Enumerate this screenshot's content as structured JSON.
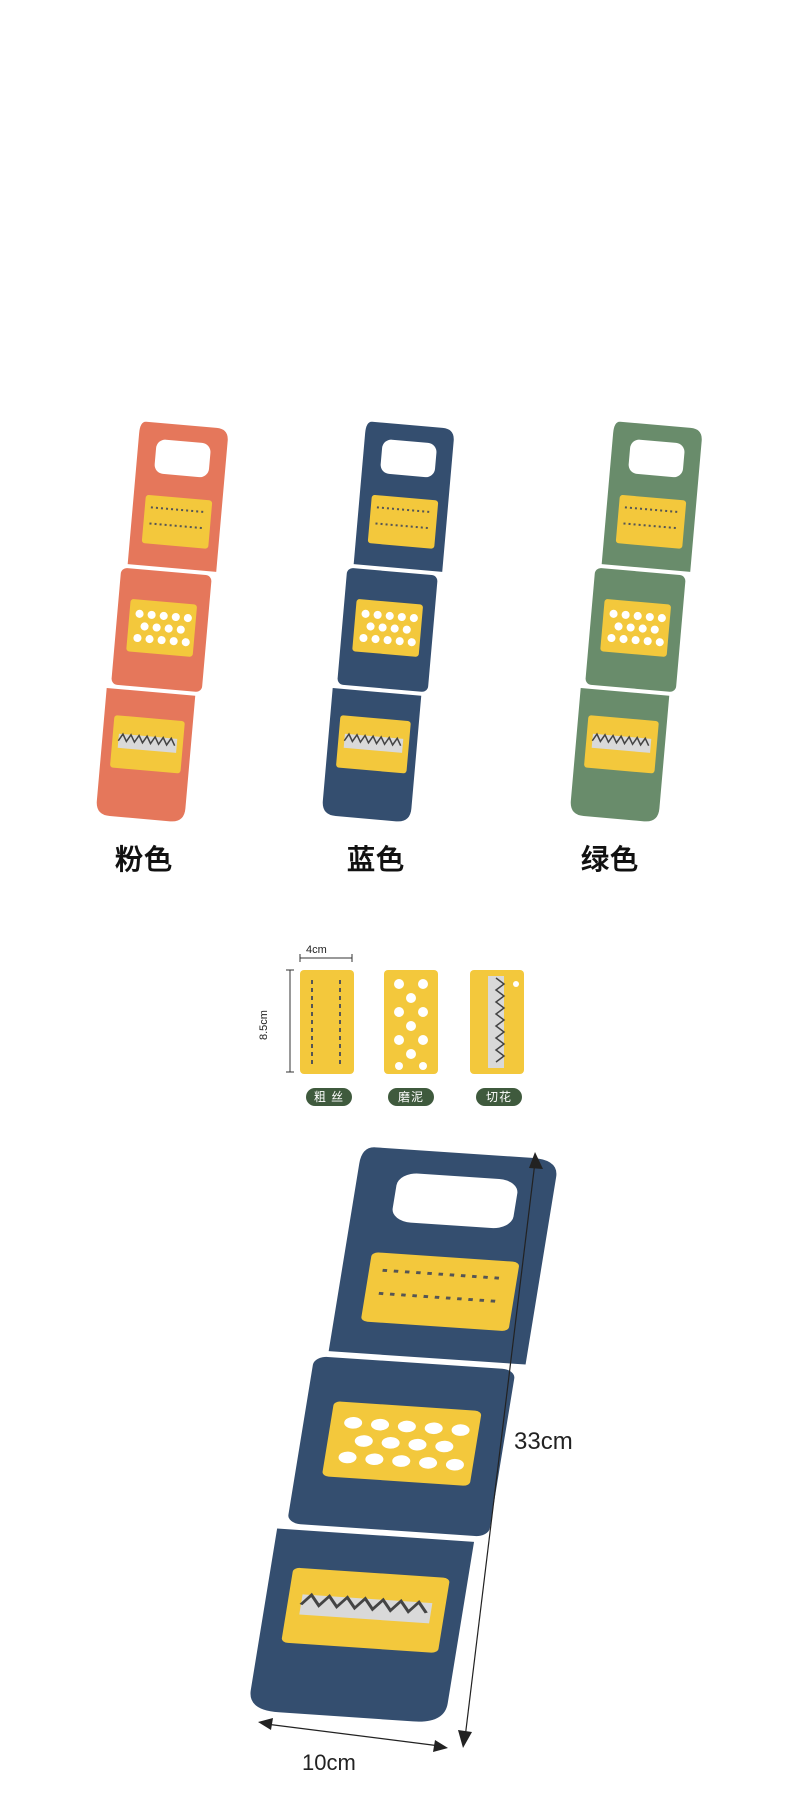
{
  "colors": {
    "pink": "#e5775b",
    "blue": "#344e6f",
    "green": "#698c6b",
    "insert": "#f3c83c",
    "tag": "#3f5a3d"
  },
  "color_variants": [
    {
      "label": "粉色"
    },
    {
      "label": "蓝色"
    },
    {
      "label": "绿色"
    }
  ],
  "blades": [
    {
      "label": "粗 丝",
      "icon": "coarse-shred-icon"
    },
    {
      "label": "磨泥",
      "icon": "grate-paste-icon"
    },
    {
      "label": "切花",
      "icon": "crinkle-cut-icon"
    }
  ],
  "blade_dims": {
    "width": "4cm",
    "height": "8.5cm"
  },
  "product_dims": {
    "length": "33cm",
    "width": "10cm"
  }
}
